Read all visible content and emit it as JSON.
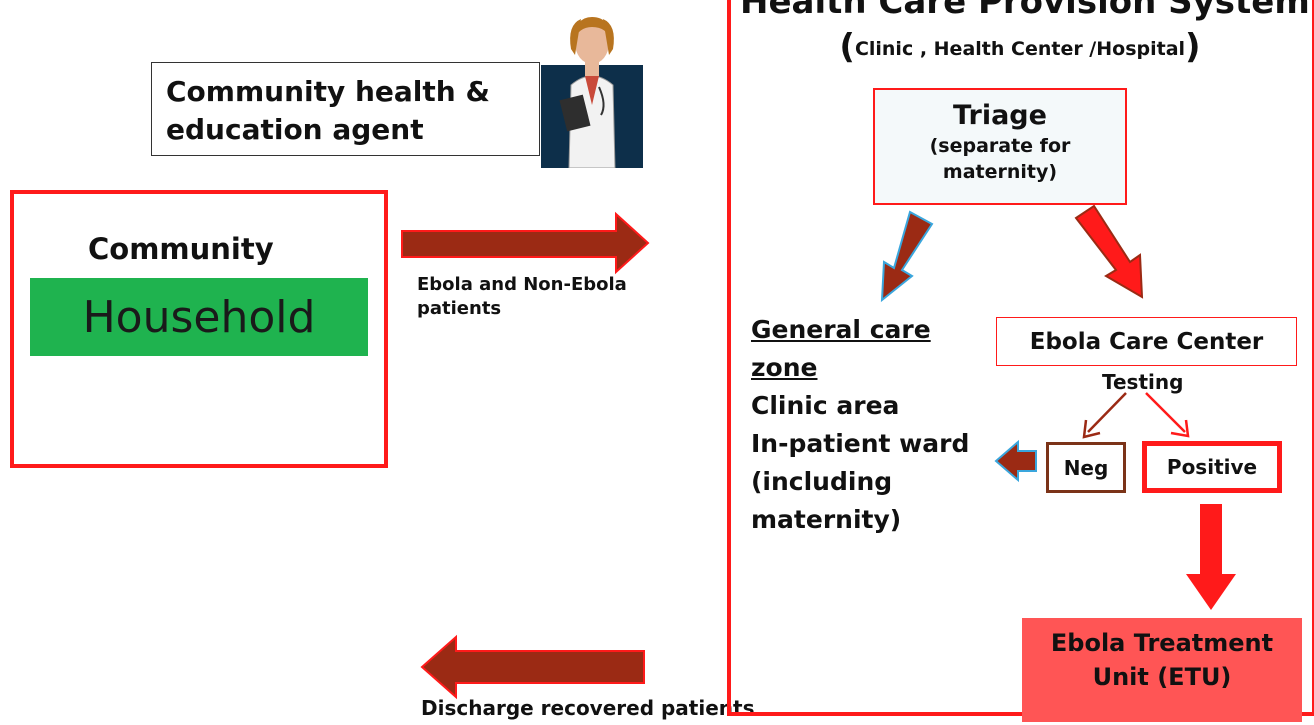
{
  "agent": {
    "label_line1": "Community health &",
    "label_line2": "education agent",
    "icon": "doctor-icon"
  },
  "community": {
    "title": "Community",
    "household": "Household"
  },
  "flows": {
    "inbound_label_line1": "Ebola and Non-Ebola",
    "inbound_label_line2": "patients",
    "discharge_label": "Discharge recovered patients"
  },
  "health_system": {
    "title": "Health Care Provision System",
    "subtitle_open": "(",
    "subtitle": "Clinic , Health Center /Hospital",
    "subtitle_close": ")"
  },
  "triage": {
    "title": "Triage",
    "sub_line1": "(separate for",
    "sub_line2": "maternity)"
  },
  "general_care": {
    "heading_line1": "General care",
    "heading_line2": "zone",
    "line1": "Clinic area",
    "line2": "In-patient ward",
    "line3": "(including",
    "line4": "maternity)"
  },
  "ebola_care_center": {
    "label": "Ebola Care Center",
    "testing": "Testing"
  },
  "results": {
    "neg": "Neg",
    "positive": "Positive"
  },
  "etu": {
    "line1": "Ebola Treatment",
    "line2": "Unit (ETU)"
  },
  "colors": {
    "red": "#ff1a1a",
    "brown": "#9b2a14",
    "green": "#1fb34f",
    "etu": "#ff5555",
    "cyan_outline": "#3aa6dd"
  }
}
